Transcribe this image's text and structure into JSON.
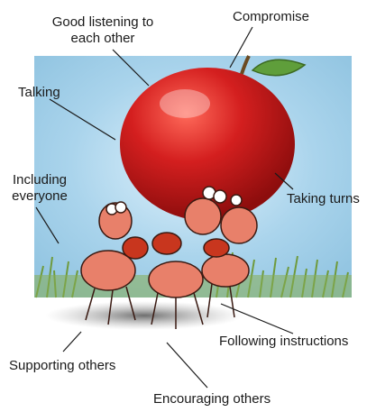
{
  "labels": {
    "good_listening": "Good listening to each other",
    "compromise": "Compromise",
    "talking": "Talking",
    "including_everyone": "Including everyone",
    "taking_turns": "Taking turns",
    "following_instructions": "Following instructions",
    "supporting_others": "Supporting others",
    "encouraging_others": "Encouraging others"
  },
  "colors": {
    "sky": "#aad4ec",
    "apple_red": "#d41f1f",
    "apple_dark": "#8d0d0d",
    "ant_pink": "#e8806a",
    "ant_stripe": "#c8361e",
    "grass": "#6f9a3c",
    "leaf": "#5f9e3b"
  }
}
